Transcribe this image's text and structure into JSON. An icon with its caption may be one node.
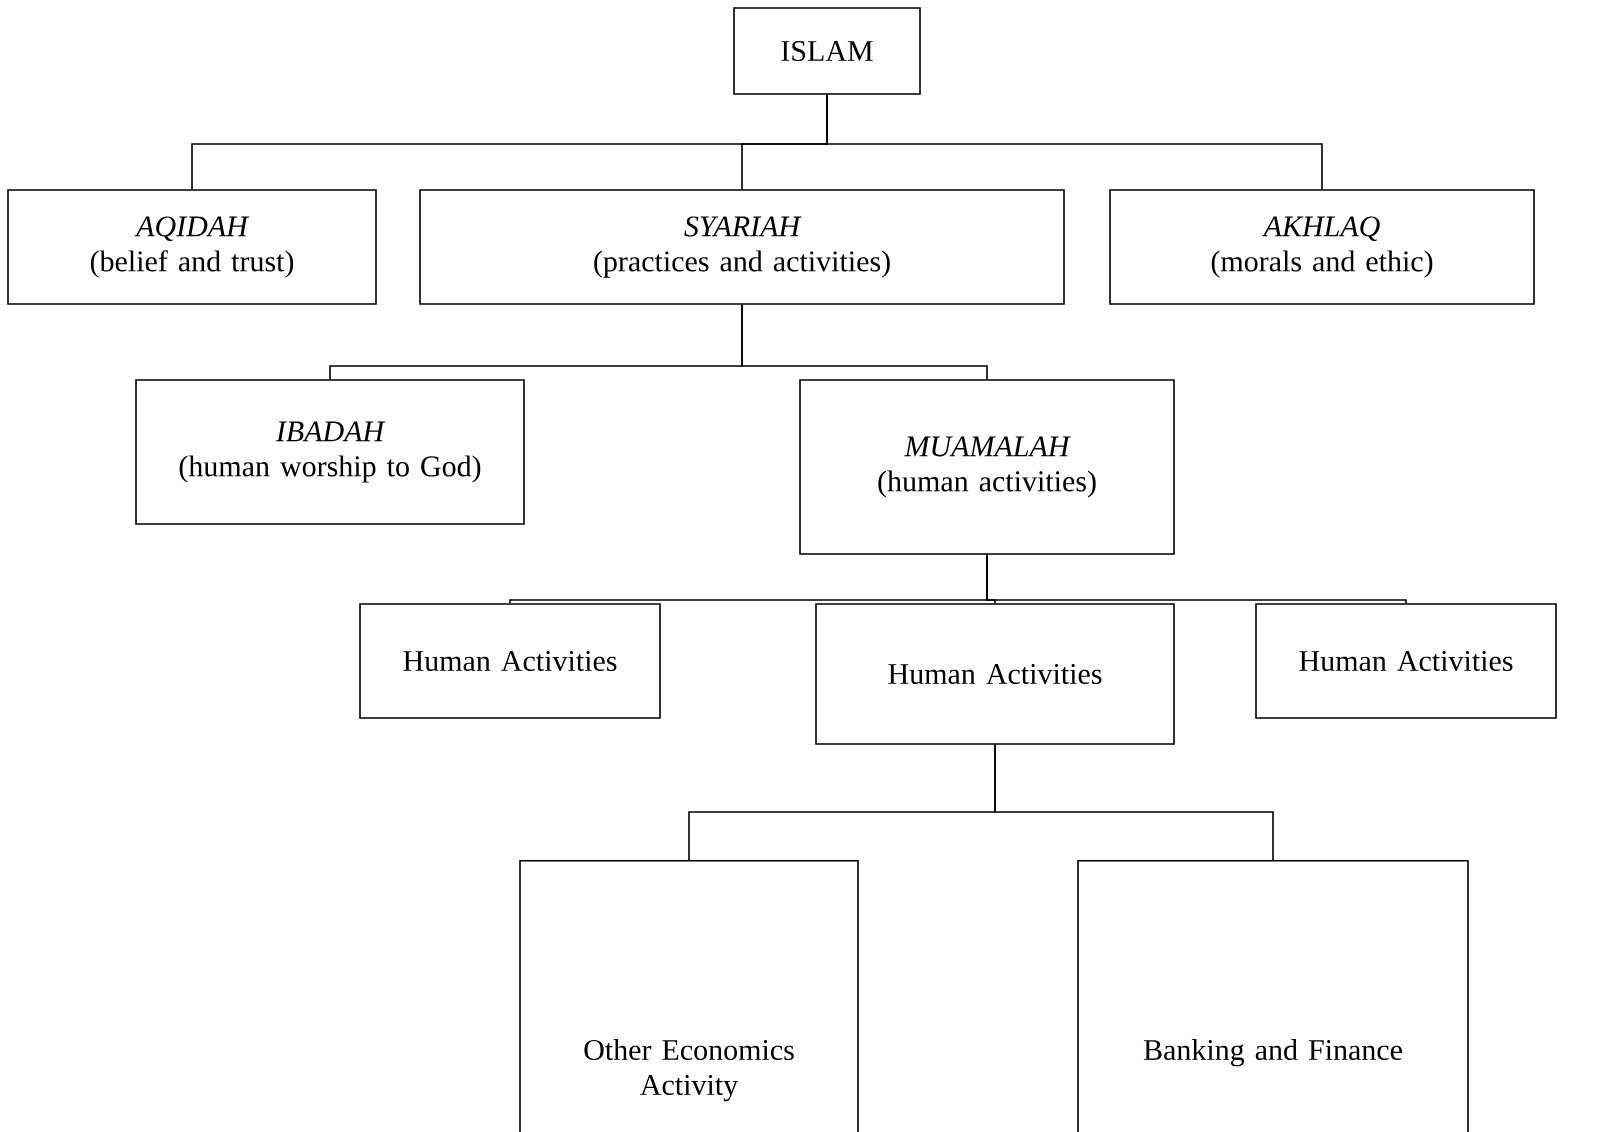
{
  "diagram": {
    "nodes": [
      {
        "text": [
          "ISLAM"
        ]
      },
      {
        "text": [
          "AQIDAH",
          "(belief and trust)"
        ]
      },
      {
        "text": [
          "SYARIAH",
          "(practices and activities)"
        ]
      },
      {
        "text": [
          "AKHLAQ",
          "(morals and ethic)"
        ]
      },
      {
        "text": [
          "IBADAH",
          "(human worship to God)"
        ]
      },
      {
        "text": [
          "MUAMALAH",
          "(human activities)"
        ]
      },
      {
        "text": [
          "Human Activities"
        ]
      },
      {
        "text": [
          "Human Activities"
        ]
      },
      {
        "text": [
          "Human Activities"
        ]
      },
      {
        "text": [
          "Other Economics Activity"
        ]
      },
      {
        "text": [
          "Banking and Finance"
        ]
      }
    ],
    "edges": [
      {
        "from": 0,
        "to": 1,
        "arrow": "none"
      },
      {
        "from": 0,
        "to": 2,
        "arrow": "none"
      },
      {
        "from": 0,
        "to": 3,
        "arrow": "none"
      },
      {
        "from": 2,
        "to": 4,
        "arrow": "none"
      },
      {
        "from": 2,
        "to": 5,
        "arrow": "none"
      },
      {
        "from": 5,
        "to": 6,
        "arrow": "none"
      },
      {
        "from": 5,
        "to": 7,
        "arrow": "none"
      },
      {
        "from": 5,
        "to": 8,
        "arrow": "none"
      },
      {
        "from": 7,
        "to": 9,
        "arrow": "none"
      },
      {
        "from": 7,
        "to": 10,
        "arrow": "none"
      }
    ]
  }
}
